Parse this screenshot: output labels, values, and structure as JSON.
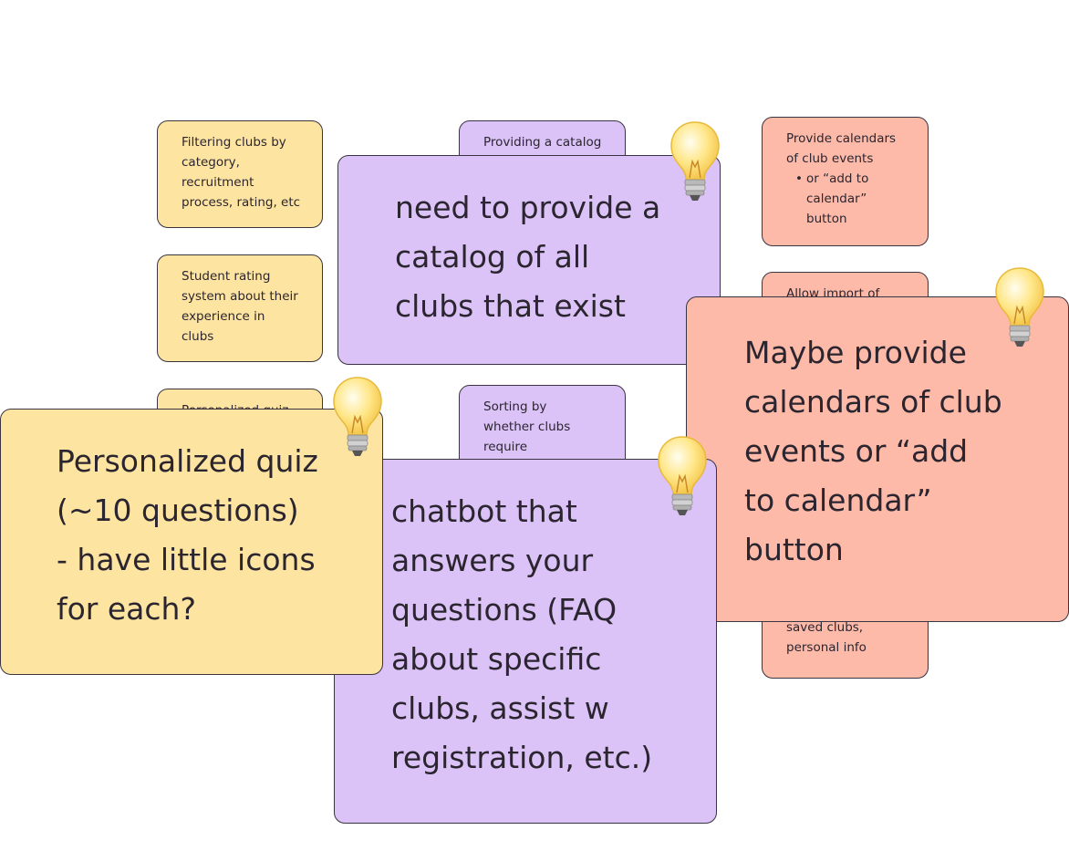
{
  "small_notes": {
    "filter": [
      "Filtering clubs by",
      "category,",
      "recruitment",
      "process, rating, etc"
    ],
    "rating": [
      "Student rating",
      "system about their",
      "experience in",
      "clubs"
    ],
    "quiz_partial": "Personalized quiz",
    "catalog_partial": "Providing a catalog",
    "calendar": {
      "lines": [
        "Provide calendars",
        "of club events"
      ],
      "bullet": [
        "or “add to",
        "calendar”",
        "button"
      ]
    },
    "import_partial": "Allow import of",
    "sorting": [
      "Sorting by",
      "whether clubs",
      "require"
    ],
    "saved": [
      "saved clubs,",
      "personal info"
    ]
  },
  "big_notes": {
    "catalog": [
      "need to provide a",
      "catalog of all",
      "clubs that exist"
    ],
    "calendar": [
      "Maybe provide",
      "calendars of club",
      "events  or “add",
      "to calendar”",
      "button"
    ],
    "quiz": [
      "Personalized quiz",
      "(~10 questions)",
      "- have little icons",
      "for each?"
    ],
    "chatbot": [
      "chatbot that",
      "answers your",
      "questions (FAQ",
      "about specific",
      "clubs, assist w",
      "registration, etc.)"
    ]
  },
  "icons": {
    "bulb": "lightbulb-icon"
  },
  "colors": {
    "yellow": "#fde4a1",
    "purple": "#dcc3f7",
    "salmon": "#fdbaa8"
  }
}
